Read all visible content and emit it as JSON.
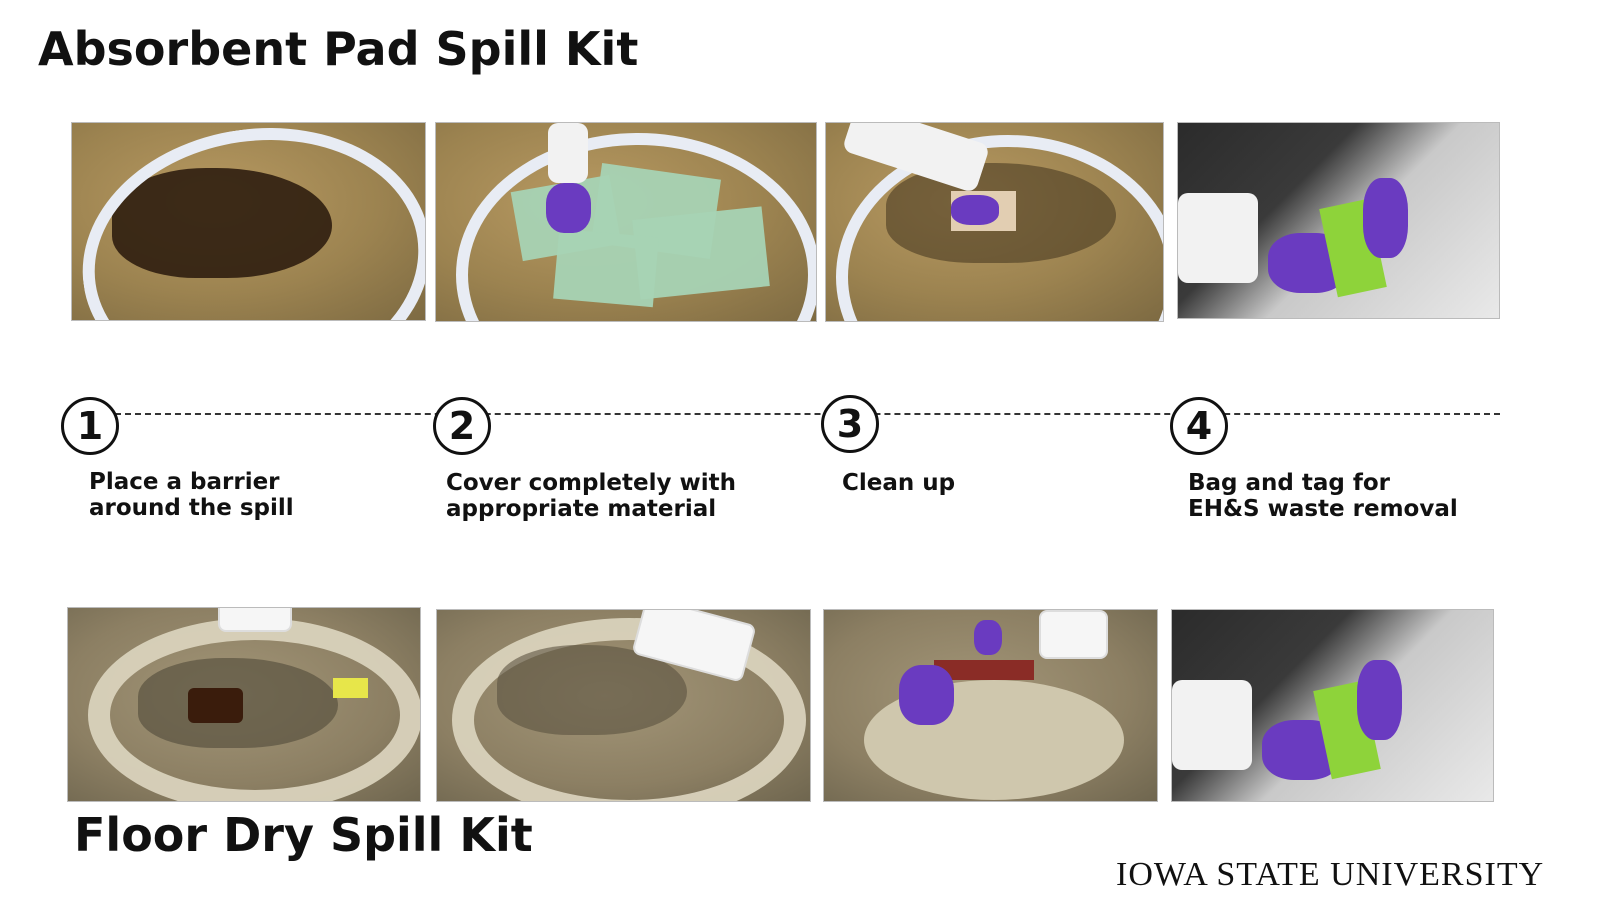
{
  "top_title": "Absorbent Pad Spill Kit",
  "bottom_title": "Floor Dry Spill Kit",
  "steps": [
    {
      "number": "1",
      "text": "Place a barrier around the spill"
    },
    {
      "number": "2",
      "text": "Cover completely with appropriate material"
    },
    {
      "number": "3",
      "text": "Clean up"
    },
    {
      "number": "4",
      "text": "Bag and tag for EH&S waste removal"
    }
  ],
  "footer_logo": "IOWA STATE UNIVERSITY",
  "colors": {
    "glove": "#6a3bc0",
    "pad": "#a6d3b4",
    "sock": "#e8ecf4",
    "tag": "#8ed33a"
  }
}
